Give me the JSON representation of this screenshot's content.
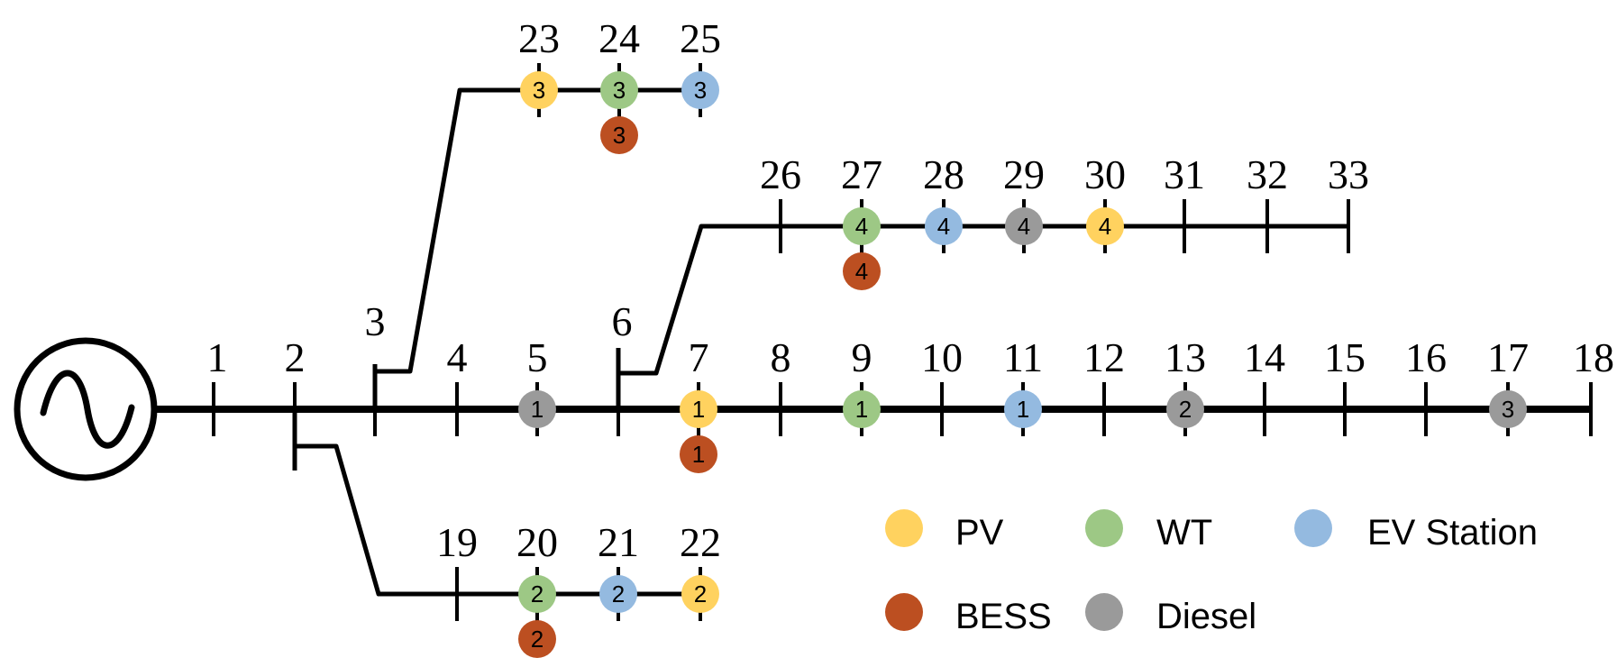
{
  "colors": {
    "PV": "#FFD25F",
    "WT": "#9DC885",
    "EV": "#94BAE0",
    "BESS": "#BC4F21",
    "Diesel": "#9A9A9A",
    "line": "#000000"
  },
  "source": {
    "icon": "ac-source-icon"
  },
  "buses": [
    {
      "id": "1"
    },
    {
      "id": "2"
    },
    {
      "id": "3"
    },
    {
      "id": "4"
    },
    {
      "id": "5"
    },
    {
      "id": "6"
    },
    {
      "id": "7"
    },
    {
      "id": "8"
    },
    {
      "id": "9"
    },
    {
      "id": "10"
    },
    {
      "id": "11"
    },
    {
      "id": "12"
    },
    {
      "id": "13"
    },
    {
      "id": "14"
    },
    {
      "id": "15"
    },
    {
      "id": "16"
    },
    {
      "id": "17"
    },
    {
      "id": "18"
    },
    {
      "id": "19"
    },
    {
      "id": "20"
    },
    {
      "id": "21"
    },
    {
      "id": "22"
    },
    {
      "id": "23"
    },
    {
      "id": "24"
    },
    {
      "id": "25"
    },
    {
      "id": "26"
    },
    {
      "id": "27"
    },
    {
      "id": "28"
    },
    {
      "id": "29"
    },
    {
      "id": "30"
    },
    {
      "id": "31"
    },
    {
      "id": "32"
    },
    {
      "id": "33"
    }
  ],
  "feeders": [
    {
      "from": "2",
      "to": "19"
    },
    {
      "from": "3",
      "to": "23"
    },
    {
      "from": "6",
      "to": "26"
    }
  ],
  "devices": [
    {
      "bus": "5",
      "type": "Diesel",
      "group": "1"
    },
    {
      "bus": "7",
      "type": "PV",
      "group": "1"
    },
    {
      "bus": "7",
      "type": "BESS",
      "group": "1"
    },
    {
      "bus": "9",
      "type": "WT",
      "group": "1"
    },
    {
      "bus": "11",
      "type": "EV",
      "group": "1"
    },
    {
      "bus": "13",
      "type": "Diesel",
      "group": "2"
    },
    {
      "bus": "17",
      "type": "Diesel",
      "group": "3"
    },
    {
      "bus": "20",
      "type": "WT",
      "group": "2"
    },
    {
      "bus": "20",
      "type": "BESS",
      "group": "2"
    },
    {
      "bus": "21",
      "type": "EV",
      "group": "2"
    },
    {
      "bus": "22",
      "type": "PV",
      "group": "2"
    },
    {
      "bus": "23",
      "type": "PV",
      "group": "3"
    },
    {
      "bus": "24",
      "type": "WT",
      "group": "3"
    },
    {
      "bus": "24",
      "type": "BESS",
      "group": "3"
    },
    {
      "bus": "25",
      "type": "EV",
      "group": "3"
    },
    {
      "bus": "27",
      "type": "WT",
      "group": "4"
    },
    {
      "bus": "27",
      "type": "BESS",
      "group": "4"
    },
    {
      "bus": "28",
      "type": "EV",
      "group": "4"
    },
    {
      "bus": "29",
      "type": "Diesel",
      "group": "4"
    },
    {
      "bus": "30",
      "type": "PV",
      "group": "4"
    }
  ],
  "legend": [
    {
      "type": "PV",
      "label": "PV"
    },
    {
      "type": "WT",
      "label": "WT"
    },
    {
      "type": "EV",
      "label": "EV Station"
    },
    {
      "type": "BESS",
      "label": "BESS"
    },
    {
      "type": "Diesel",
      "label": "Diesel"
    }
  ]
}
